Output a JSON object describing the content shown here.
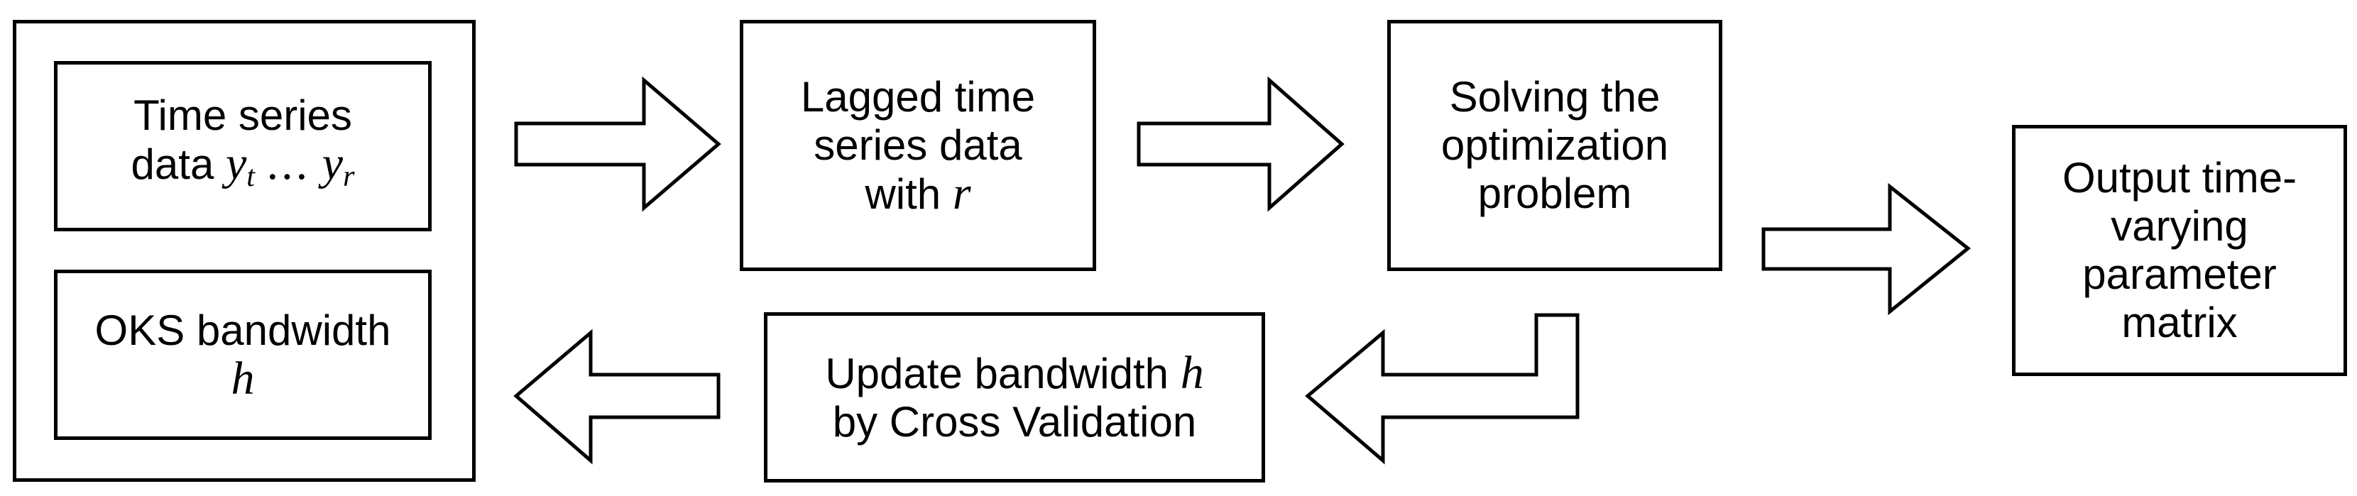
{
  "input_group": {
    "time_series": {
      "line1": "Time series",
      "line2_text": "data",
      "var_y": "y",
      "sub_t": "t",
      "dots": "...",
      "sub_r": "r"
    },
    "oks": {
      "line1": "OKS bandwidth",
      "var_h": "h"
    }
  },
  "lagged": {
    "line1": "Lagged time",
    "line2": "series data",
    "line3_text": "with",
    "var_r": "r"
  },
  "solving": {
    "line1": "Solving the",
    "line2": "optimization",
    "line3": "problem"
  },
  "output": {
    "line1": "Output time-",
    "line2": "varying",
    "line3": "parameter",
    "line4": "matrix"
  },
  "update": {
    "line1_text": "Update bandwidth",
    "var_h": "h",
    "line2": "by Cross Validation"
  }
}
